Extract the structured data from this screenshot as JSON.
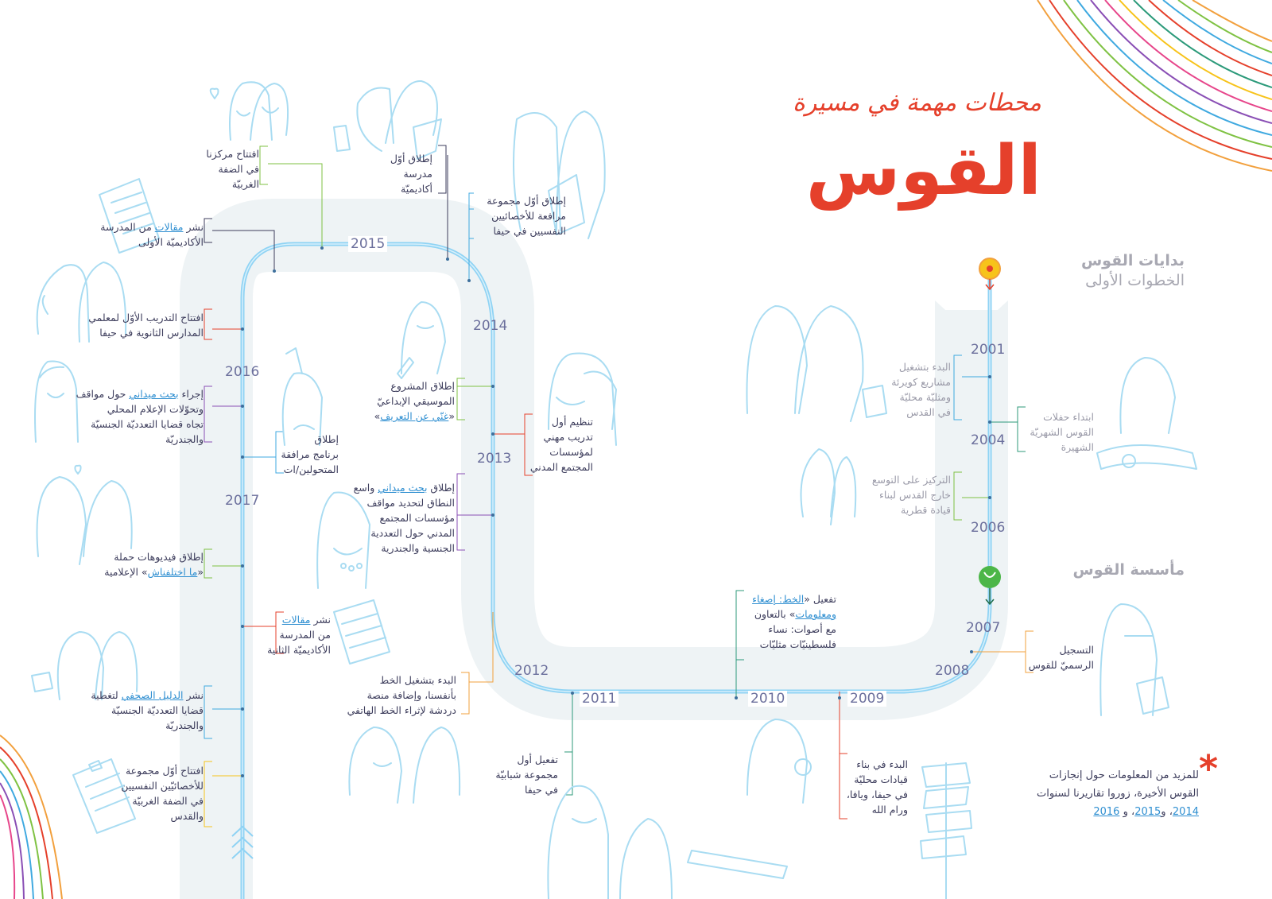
{
  "title": {
    "subtitle": "محطات مهمة في مسيرة",
    "main": "القوس"
  },
  "sections": {
    "beginnings": "بدايات القوس",
    "first_steps": "الخطوات الأولى",
    "founding": "مأسسة القوس"
  },
  "years": [
    "2001",
    "2004",
    "2006",
    "2007",
    "2008",
    "2009",
    "2010",
    "2011",
    "2012",
    "2013",
    "2014",
    "2015",
    "2016",
    "2017"
  ],
  "events": {
    "e2001": [
      "البدء بتشغيل",
      "مشاريع كويرئة",
      "ومثليّة محليّة",
      "في القدس"
    ],
    "e2004": [
      "ابتداء حفلات",
      "القوس الشهريّة",
      "الشهيرة"
    ],
    "e2006": [
      "التركيز على التوسع",
      "خارج القدس لبناء",
      "قيادة قطرية"
    ],
    "e2007": [
      "التسجيل",
      "الرسميّ للقوس"
    ],
    "e2009": [
      "البدء في بناء",
      "قيادات محليّة",
      "في حيفا، ويافا،",
      "ورام الله"
    ],
    "e2010": {
      "pre": "تفعيل «",
      "link1": "الخط: إصغاء",
      "link2": "ومعلومات",
      "post": "» بالتعاون",
      "lines": [
        "مع أصوات: نساء",
        "فلسطينيّات مثليّات"
      ]
    },
    "e2011": [
      "تفعيل أول",
      "مجموعة شبابيّة",
      "في حيفا"
    ],
    "e2012": [
      "البدء بتشغيل الخط",
      "بأنفسنا، وإضافة منصة",
      "دردشة لإثراء الخط الهاتفي"
    ],
    "e2013a": {
      "pre": "إطلاق ",
      "link": "بحث ميداني",
      "post": " واسع",
      "lines": [
        "النطاق لتحديد مواقف",
        "مؤسسات المجتمع",
        "المدني حول التعددية",
        "الجنسية والجندرية"
      ]
    },
    "e2013b": [
      "تنظيم أول",
      "تدريب مهني",
      "لمؤسسات",
      "المجتمع المدني"
    ],
    "e2014": {
      "lines": [
        "إطلاق المشروع",
        "الموسيقي الإبداعيّ"
      ],
      "pre": "«",
      "link": "غنّي عن التعريف",
      "post": "»"
    },
    "e2014b": [
      "إطلاق أوّل مجموعة",
      "مرافعة للأخصائيين",
      "النفسيين في حيفا"
    ],
    "e2015a": [
      "إطلاق أوّل",
      "مدرسة",
      "أكاديميّة"
    ],
    "e2015b": [
      "افتتاح مركزنا",
      "في الضفة",
      "الغربيّة"
    ],
    "e2015c": {
      "pre": "نشر ",
      "link": "مقالات",
      "post": " من المدرسة",
      "lines": [
        "الأكاديميّة الأولى"
      ]
    },
    "e2016a": [
      "افتتاح التدريب الأوّل لمعلمي",
      "المدارس الثانوية في حيفا"
    ],
    "e2016b": {
      "pre": "إجراء ",
      "link": "بحث ميداني",
      "post": " حول مواقف",
      "lines": [
        "وتحوّلات الإعلام المحلي",
        "تجاه قضايا التعدديّة الجنسيّة",
        "والجندريّة"
      ]
    },
    "e2016c": [
      "إطلاق",
      "برنامج مرافقة",
      "المتحولين/ات"
    ],
    "e2017a": {
      "lines": [
        "إطلاق فيديوهات حملة"
      ],
      "pre": "«",
      "link": "ما اختلفناش",
      "post": "» الإعلامية"
    },
    "e2017b": {
      "pre": "نشر ",
      "link": "مقالات",
      "post": "",
      "lines": [
        "من المدرسة",
        "الأكاديميّة الثانية"
      ]
    },
    "e2017c": {
      "pre": "نشر ",
      "link": "الدليل الصحفي",
      "post": " لتغطية",
      "lines": [
        "قضايا التعدديّة الجنسيّة",
        "والجندريّة"
      ]
    },
    "e2017d": [
      "افتتاح أوّل مجموعة",
      "للأخصائيّين النفسيين",
      "في الضفة الغربيّة",
      "والقدس"
    ]
  },
  "footer": {
    "line1": "للمزيد من المعلومات حول إنجازات",
    "line2": "القوس الأخيرة، زوروا تقاريرنا لسنوات",
    "y2014": "2014",
    "y2015": "2015",
    "y2016": "2016",
    "sep1": "، و",
    "sep2": "، و",
    "asterisk": "*"
  },
  "colors": {
    "brand_red": "#e5402b",
    "track_blue": "#8fd3f4",
    "band_gray": "#eef3f5",
    "sketch_blue": "#a9dcf2",
    "year_text": "#6b6f9c",
    "link_blue": "#2f8fd1"
  },
  "icons": [
    "start-pin-icon",
    "founding-leaf-icon",
    "asterisk-icon"
  ]
}
